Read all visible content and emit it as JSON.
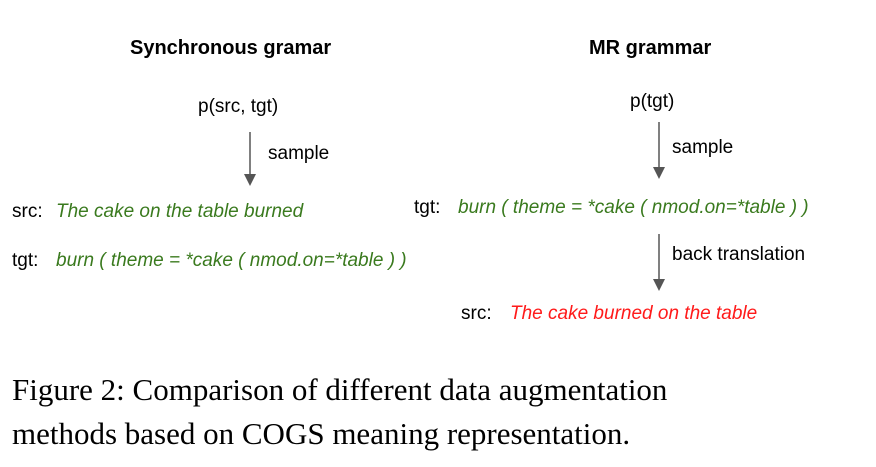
{
  "left": {
    "heading": "Synchronous gramar",
    "node": "p(src, tgt)",
    "arrow_label": "sample",
    "src_prefix": "src:",
    "src_text": "The cake on the table burned",
    "tgt_prefix": "tgt:",
    "tgt_text": "burn ( theme = *cake ( nmod.on=*table ) )"
  },
  "right": {
    "heading": "MR grammar",
    "node": "p(tgt)",
    "arrow1_label": "sample",
    "tgt_prefix": "tgt:",
    "tgt_text": "burn ( theme = *cake ( nmod.on=*table ) )",
    "arrow2_label": "back translation",
    "src_prefix": "src:",
    "src_text": "The cake burned on the table"
  },
  "colors": {
    "green": "#3a7a1e",
    "red": "#ff1a1a",
    "arrow": "#555555"
  },
  "caption": {
    "line1": "Figure 2: Comparison of different data augmentation",
    "line2": "methods based on COGS meaning representation."
  }
}
